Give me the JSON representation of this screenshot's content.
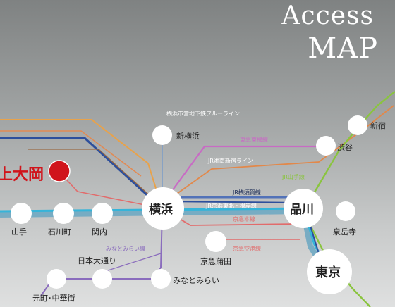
{
  "title": {
    "line1": "Access",
    "line2": "MAP"
  },
  "highlight_station": {
    "name": "上大岡",
    "color": "#d0141b"
  },
  "stations": {
    "shin_yokohama": "新横浜",
    "yokohama": "横浜",
    "shinagawa": "品川",
    "tokyo": "東京",
    "shibuya": "渋谷",
    "shinjuku": "新宿",
    "sengakuji": "泉岳寺",
    "keikyu_kamata": "京急蒲田",
    "minatomirai": "みなとみらい",
    "nihon_odori": "日本大通り",
    "motomachi": "元町･中華街",
    "yamate": "山手",
    "ishikawacho": "石川町",
    "kannai": "関内"
  },
  "lines": {
    "blue_line": "横浜市営地下鉄ブルーライン",
    "toyoko": "東急東横線",
    "shonan_shinjuku": "JR湘南新宿ライン",
    "yamanote": "JR山手線",
    "yokosuka": "JR横須賀線",
    "tokaido": "JR京浜東北・根岸線",
    "keikyu_main": "京急本線",
    "keikyu_airport": "京急空港線",
    "minatomirai_line": "みなとみらい線"
  },
  "colors": {
    "yamanote": "#8ac43f",
    "keihin_tohoku": "#35b4d9",
    "toyoko": "#c86bc4",
    "shonan": "#e2884a",
    "blue_line": "#2d4f9c",
    "yokosuka": "#5272b8",
    "keikyu": "#e26b6b",
    "minatomirai": "#7a5aa8",
    "tokaido": "#e8a24a"
  }
}
